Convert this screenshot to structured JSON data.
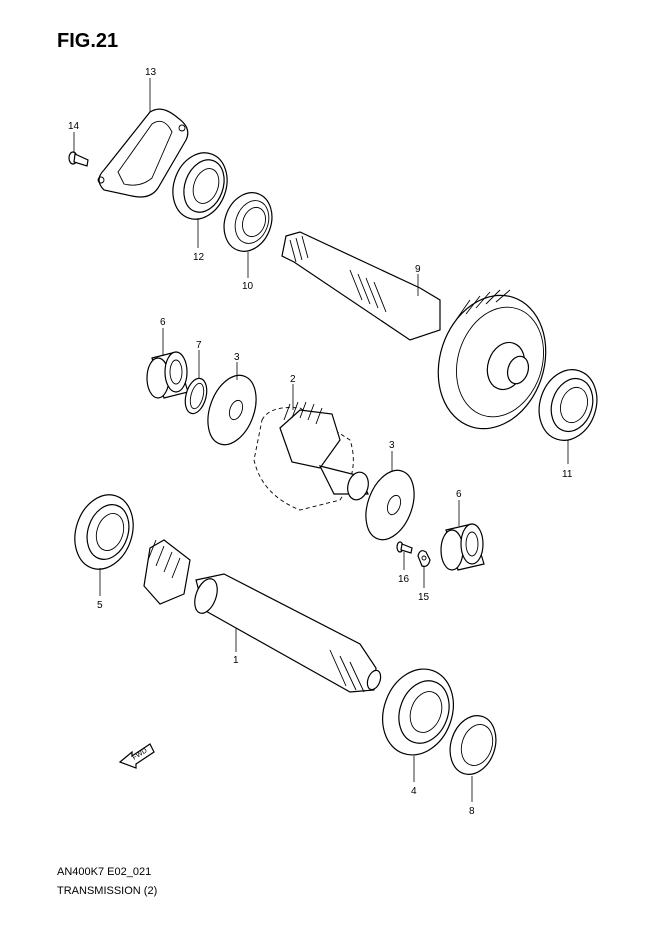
{
  "figure": {
    "title": "FIG.21"
  },
  "footer": {
    "code": "AN400K7 E02_021",
    "section": "TRANSMISSION (2)"
  },
  "fwd_arrow": {
    "label": "FWD"
  },
  "callouts": [
    "13",
    "14",
    "12",
    "10",
    "9",
    "6",
    "7",
    "3",
    "2",
    "11",
    "3",
    "6",
    "5",
    "16",
    "15",
    "1",
    "4",
    "8"
  ]
}
